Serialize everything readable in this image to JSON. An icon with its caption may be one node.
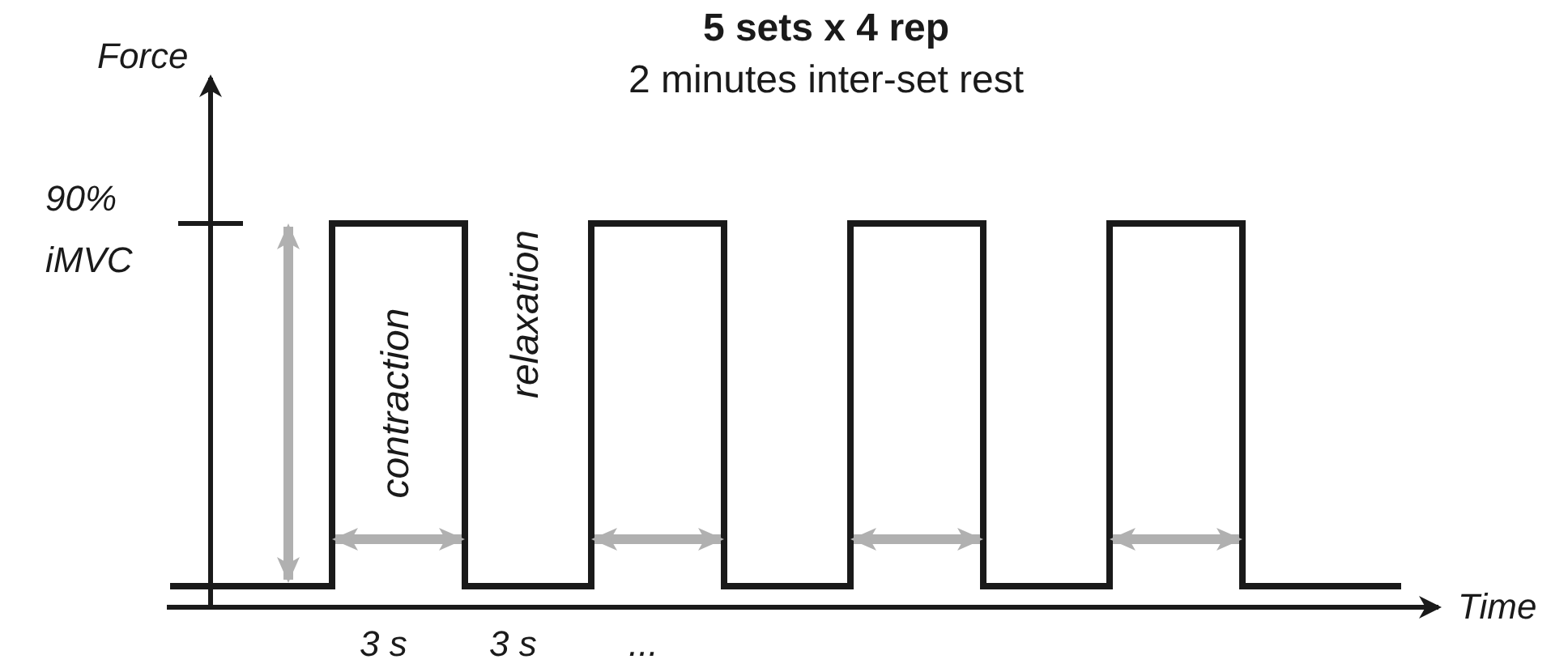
{
  "diagram": {
    "title": "5 sets x 4 rep",
    "labels": [
      "2 minutes inter-set rest",
      "Force",
      "90% iMVC",
      "contraction",
      "relaxation",
      "Time",
      "3 s",
      "3 s",
      "..."
    ]
  }
}
